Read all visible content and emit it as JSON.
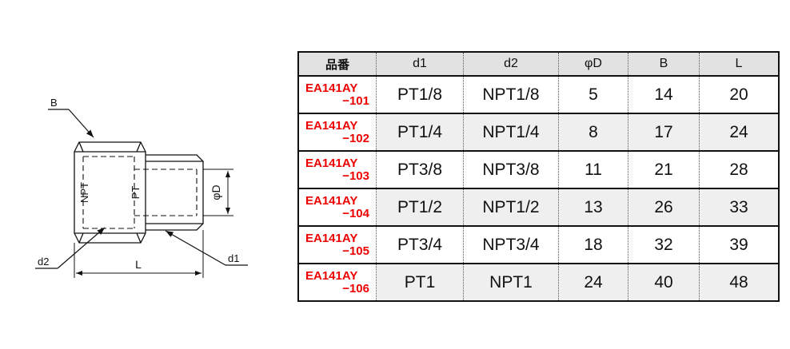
{
  "drawing": {
    "labels": {
      "b": "B",
      "d2": "d2",
      "d1": "d1",
      "phi_d": "φD",
      "l": "L",
      "inner_thread": "NPT",
      "outer_thread": "PT"
    }
  },
  "table": {
    "columns": [
      "品番",
      "d1",
      "d2",
      "φD",
      "B",
      "L"
    ],
    "rows": [
      {
        "part_top": "EA141AY",
        "part_bot": "−101",
        "d1": "PT1/8",
        "d2": "NPT1/8",
        "phi_d": "5",
        "b": "14",
        "l": "20"
      },
      {
        "part_top": "EA141AY",
        "part_bot": "−102",
        "d1": "PT1/4",
        "d2": "NPT1/4",
        "phi_d": "8",
        "b": "17",
        "l": "24"
      },
      {
        "part_top": "EA141AY",
        "part_bot": "−103",
        "d1": "PT3/8",
        "d2": "NPT3/8",
        "phi_d": "11",
        "b": "21",
        "l": "28"
      },
      {
        "part_top": "EA141AY",
        "part_bot": "−104",
        "d1": "PT1/2",
        "d2": "NPT1/2",
        "phi_d": "13",
        "b": "26",
        "l": "33"
      },
      {
        "part_top": "EA141AY",
        "part_bot": "−105",
        "d1": "PT3/4",
        "d2": "NPT3/4",
        "phi_d": "18",
        "b": "32",
        "l": "39"
      },
      {
        "part_top": "EA141AY",
        "part_bot": "−106",
        "d1": "PT1",
        "d2": "NPT1",
        "phi_d": "24",
        "b": "40",
        "l": "48"
      }
    ]
  },
  "colors": {
    "part_number": "#ee0000",
    "header_bg": "#e2e2e2",
    "row_shade_bg": "#efefef",
    "line": "#111111"
  }
}
